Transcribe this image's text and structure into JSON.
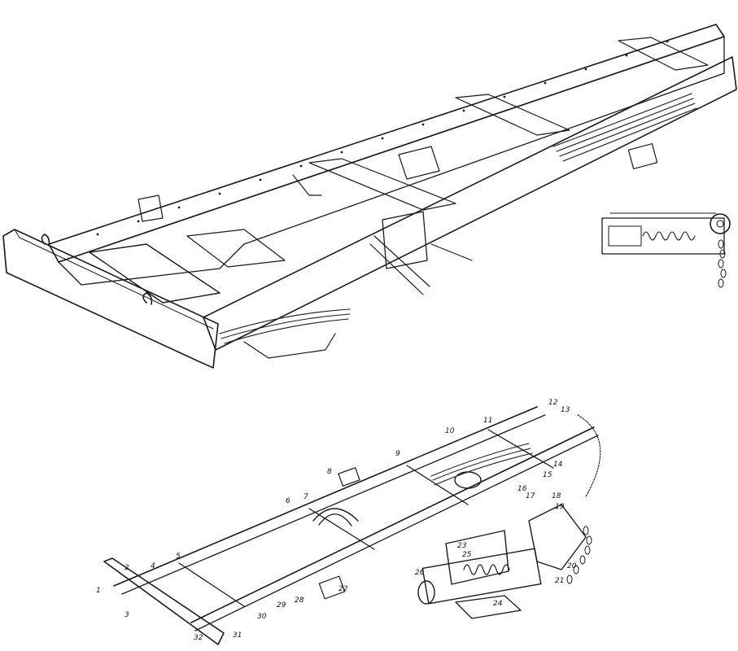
{
  "figures": [
    {
      "id": "upper",
      "callouts": []
    },
    {
      "id": "lower",
      "callouts": [
        "1",
        "2",
        "3",
        "4",
        "5",
        "6",
        "7",
        "8",
        "9",
        "10",
        "11",
        "12",
        "13",
        "14",
        "15",
        "16",
        "17",
        "18",
        "19",
        "20",
        "21",
        "22",
        "23",
        "24",
        "25",
        "26",
        "28",
        "29",
        "30",
        "31",
        "32"
      ]
    }
  ],
  "callout_text": {
    "c1": "1",
    "c2": "2",
    "c3": "3",
    "c4": "4",
    "c5": "5",
    "c6": "6",
    "c7": "7",
    "c8": "8",
    "c9": "9",
    "c10": "10",
    "c11": "11",
    "c12": "12",
    "c13": "13",
    "c14": "14",
    "c15": "15",
    "c16": "16",
    "c17": "17",
    "c18": "18",
    "c19": "19",
    "c20": "20",
    "c21": "21",
    "c22": "22",
    "c23": "23",
    "c24": "24",
    "c25": "25",
    "c26": "26",
    "c28": "28",
    "c29": "29",
    "c30": "30",
    "c31": "31",
    "c32": "32"
  },
  "colors": {
    "ink": "#1a1a1a",
    "paper": "#ffffff"
  }
}
